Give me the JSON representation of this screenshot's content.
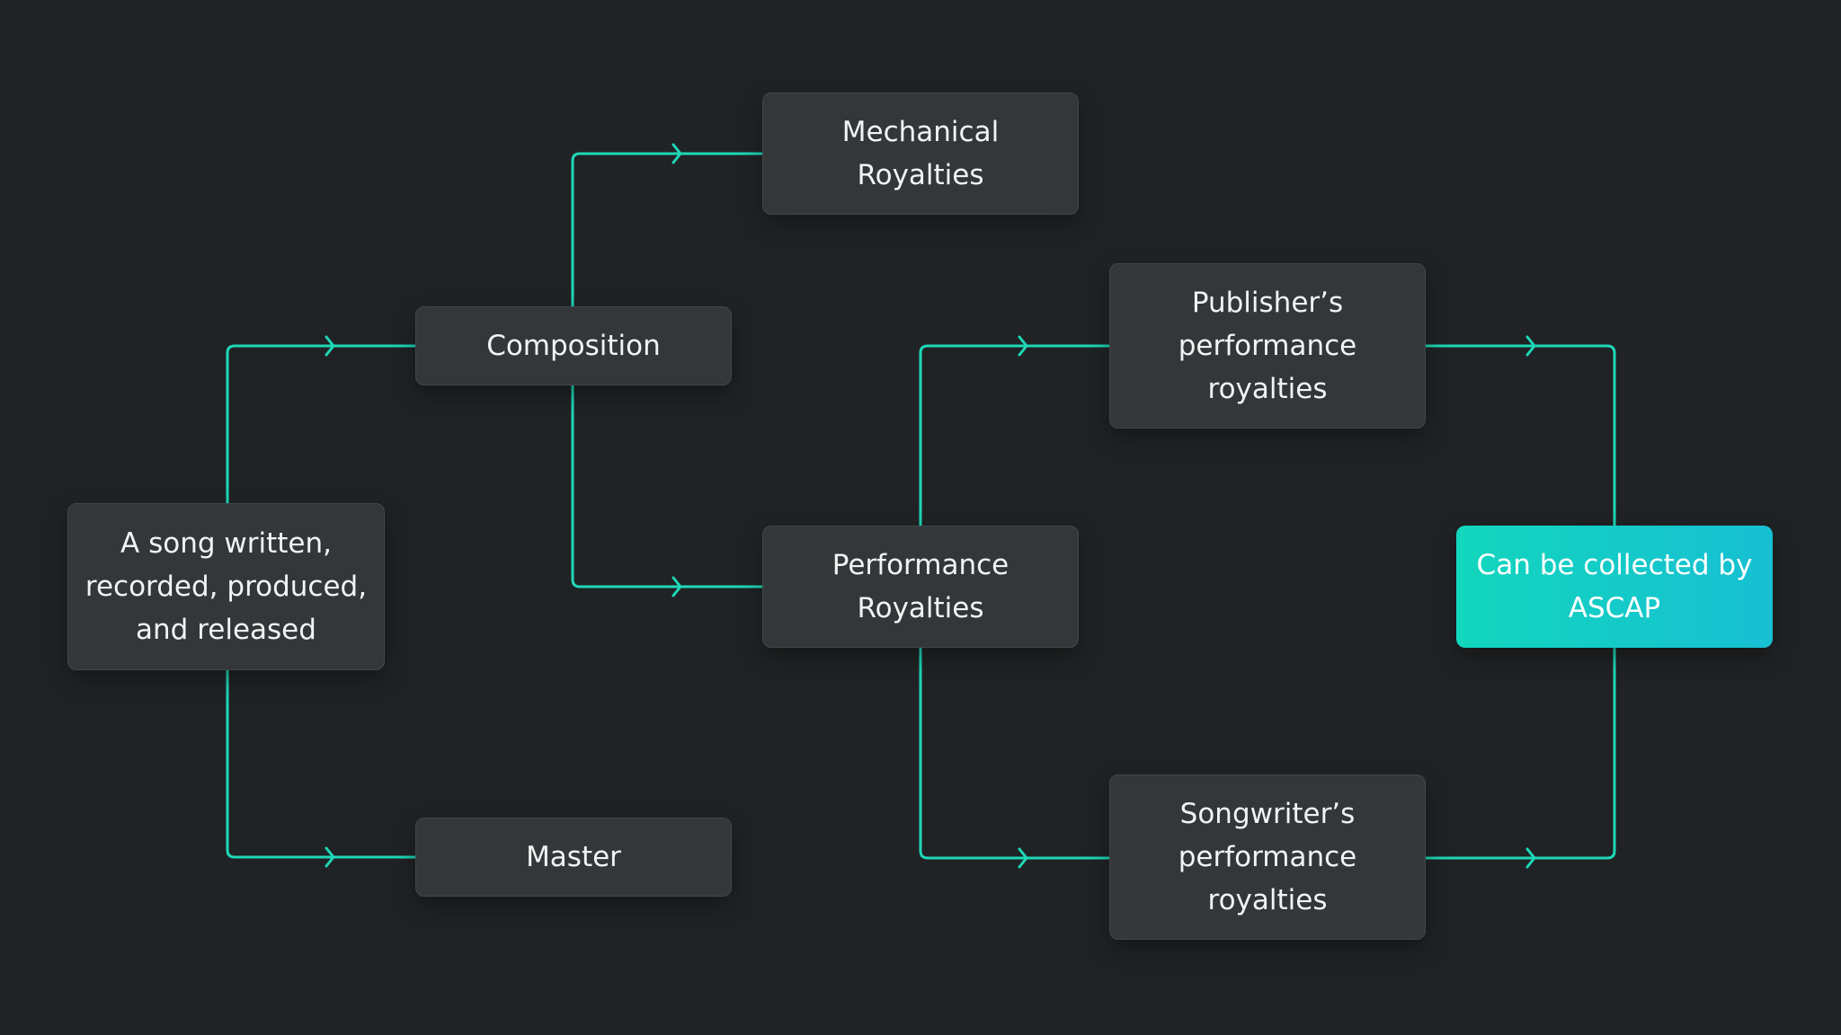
{
  "diagram": {
    "accent_color": "#1ed8b8",
    "node_color": "#33373a",
    "background_color": "#202325",
    "nodes": {
      "song": [
        "A song written,",
        "recorded, produced,",
        "and released"
      ],
      "composition": [
        "Composition"
      ],
      "master": [
        "Master"
      ],
      "mechanical": [
        "Mechanical",
        "Royalties"
      ],
      "performance": [
        "Performance",
        "Royalties"
      ],
      "publisher": [
        "Publisher’s",
        "performance",
        "royalties"
      ],
      "songwriter": [
        "Songwriter’s",
        "performance",
        "royalties"
      ],
      "ascap": [
        "Can be collected by",
        "ASCAP"
      ]
    },
    "edges": [
      {
        "from": "song",
        "to": "composition"
      },
      {
        "from": "song",
        "to": "master"
      },
      {
        "from": "composition",
        "to": "mechanical"
      },
      {
        "from": "composition",
        "to": "performance"
      },
      {
        "from": "performance",
        "to": "publisher"
      },
      {
        "from": "performance",
        "to": "songwriter"
      },
      {
        "from": "publisher",
        "to": "ascap"
      },
      {
        "from": "songwriter",
        "to": "ascap"
      }
    ]
  }
}
